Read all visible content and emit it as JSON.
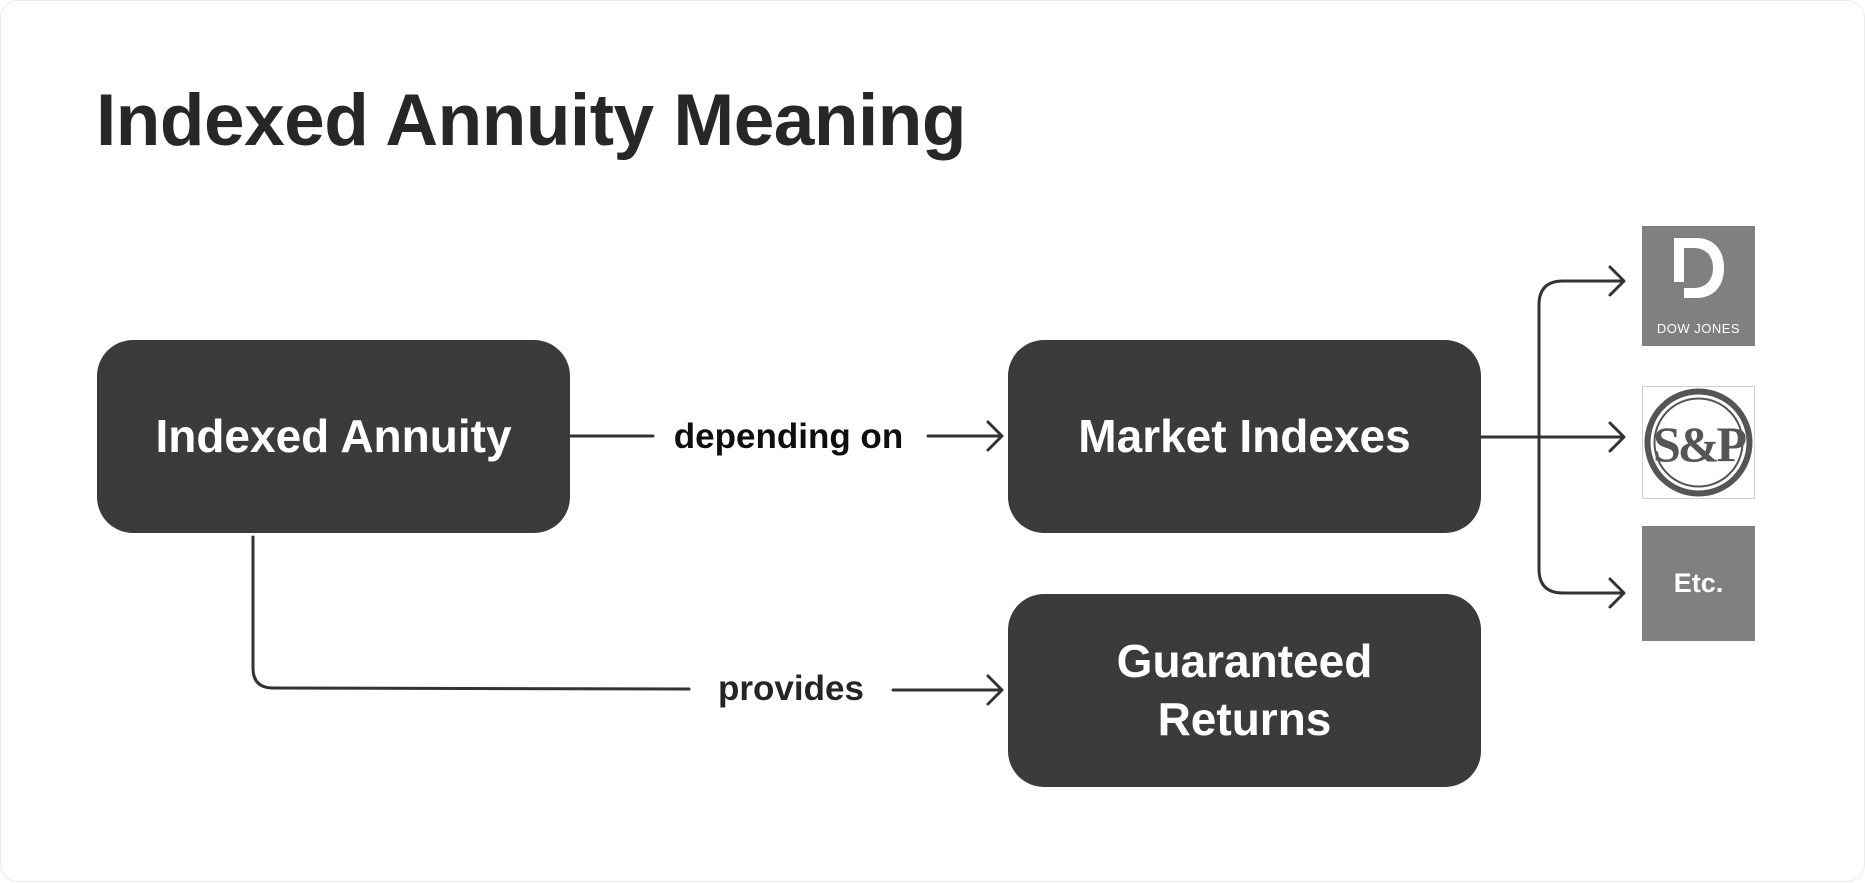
{
  "title": "Indexed Annuity Meaning",
  "nodes": {
    "annuity": "Indexed Annuity",
    "market": "Market Indexes",
    "returns_line1": "Guaranteed",
    "returns_line2": "Returns"
  },
  "edges": {
    "depending": "depending on",
    "provides": "provides"
  },
  "logos": {
    "dow_jones": "DOW JONES",
    "sp": "S&P",
    "etc": "Etc."
  },
  "colors": {
    "node_fill": "#3b3b3b",
    "logo_gray": "#808080",
    "text_dark": "#272727"
  }
}
